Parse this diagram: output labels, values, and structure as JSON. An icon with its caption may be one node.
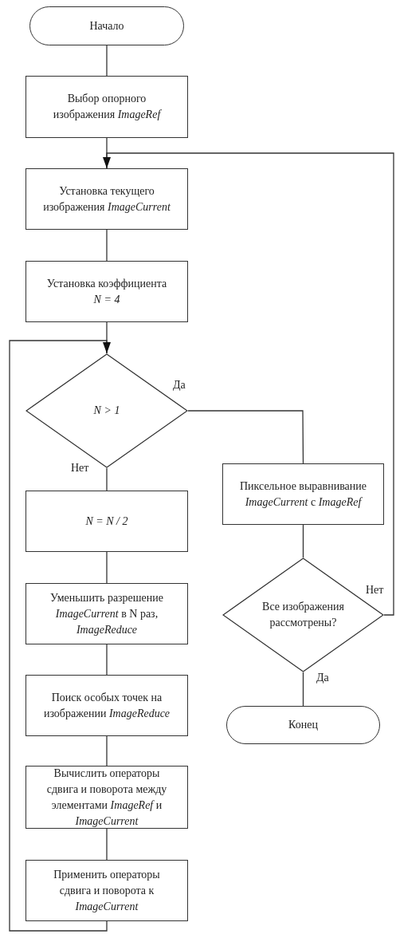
{
  "diagram": {
    "nodes": [
      {
        "text": [
          "Начало"
        ]
      },
      {
        "text": [
          "Выбор опорного изображения *ImageRef*"
        ]
      },
      {
        "text": [
          "Установка текущего изображения *ImageCurrent*"
        ]
      },
      {
        "text": [
          "Установка коэффициента *N = 4*"
        ]
      },
      {
        "text": [
          "*N > 1*"
        ]
      },
      {
        "text": [
          "*N = N / 2*"
        ]
      },
      {
        "text": [
          "Уменьшить разрешение *ImageCurrent* в N раз, *ImageReduce*"
        ]
      },
      {
        "text": [
          "Поиск особых точек на изображении *ImageReduce*"
        ]
      },
      {
        "text": [
          "Вычислить операторы сдвига и поворота между элементами *ImageRef* и *ImageCurrent*"
        ]
      },
      {
        "text": [
          "Применить операторы сдвига и поворота к *ImageCurrent*"
        ]
      },
      {
        "text": [
          "Пиксельное выравнивание *ImageCurrent* с *ImageRef*"
        ]
      },
      {
        "text": [
          "Все изображения рассмотрены?"
        ]
      },
      {
        "text": [
          "Конец"
        ]
      }
    ],
    "edges": [
      {
        "from": 0,
        "to": 1,
        "arrow": "none"
      },
      {
        "from": 1,
        "to": 2,
        "arrow": "none"
      },
      {
        "from": 2,
        "to": 3,
        "arrow": "none"
      },
      {
        "from": 3,
        "to": 4,
        "arrow": "none"
      },
      {
        "from": 4,
        "to": 10,
        "arrow": "none",
        "label": "Да"
      },
      {
        "from": 4,
        "to": 5,
        "arrow": "none",
        "label": "Нет"
      },
      {
        "from": 5,
        "to": 6,
        "arrow": "none"
      },
      {
        "from": 6,
        "to": 7,
        "arrow": "none"
      },
      {
        "from": 7,
        "to": 8,
        "arrow": "none"
      },
      {
        "from": 8,
        "to": 9,
        "arrow": "none"
      },
      {
        "from": 9,
        "to": 4,
        "arrow": "to"
      },
      {
        "from": 10,
        "to": 11,
        "arrow": "none"
      },
      {
        "from": 11,
        "to": 2,
        "arrow": "to",
        "label": "Нет"
      },
      {
        "from": 11,
        "to": 12,
        "arrow": "none",
        "label": "Да"
      }
    ]
  }
}
